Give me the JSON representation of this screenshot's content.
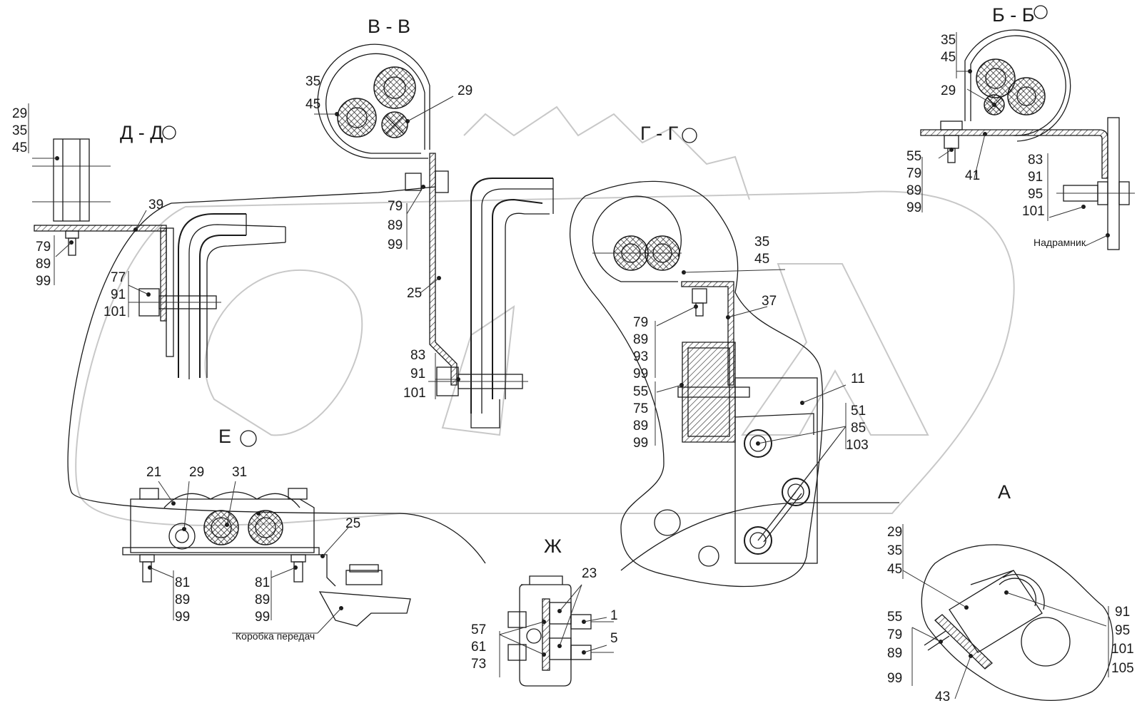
{
  "views": {
    "vv": "В - В",
    "dd": "Д - Д",
    "gg": "Г - Г",
    "bb": "Б - Б",
    "e": "Е",
    "zh": "Ж",
    "a": "А"
  },
  "notes": {
    "nadramnik": "Надрамник",
    "korobka": "Коробка передач"
  },
  "callouts": {
    "dd_top": [
      "29",
      "35",
      "45"
    ],
    "dd_bolt": [
      "79",
      "89",
      "99"
    ],
    "dd_39": "39",
    "dd_mid": [
      "77",
      "91",
      "101"
    ],
    "vv_top": [
      "35",
      "45"
    ],
    "vv_29": "29",
    "vv_bolt": [
      "79",
      "89",
      "99"
    ],
    "vv_25": "25",
    "vv_low": [
      "83",
      "91",
      "101"
    ],
    "gg_top": [
      "35",
      "45"
    ],
    "gg_37": "37",
    "gg_bolt": [
      "79",
      "89",
      "93",
      "99"
    ],
    "gg_55": [
      "55",
      "75",
      "89",
      "99"
    ],
    "gg_11": "11",
    "gg_51": [
      "51",
      "85",
      "103"
    ],
    "bb_top": [
      "35",
      "45"
    ],
    "bb_29": "29",
    "bb_bolt": [
      "55",
      "79",
      "89",
      "99"
    ],
    "bb_41": "41",
    "bb_right": [
      "83",
      "91",
      "95",
      "101"
    ],
    "e_21": "21",
    "e_29": "29",
    "e_31": "31",
    "e_25": "25",
    "e_left": [
      "81",
      "89",
      "99"
    ],
    "e_right": [
      "81",
      "89",
      "99"
    ],
    "zh_23": "23",
    "zh_1": "1",
    "zh_5": "5",
    "zh_left": [
      "57",
      "61",
      "73"
    ],
    "a_top": [
      "29",
      "35",
      "45"
    ],
    "a_bolt": [
      "55",
      "79",
      "89",
      "99"
    ],
    "a_right": [
      "91",
      "95",
      "101",
      "105"
    ],
    "a_43": "43"
  }
}
